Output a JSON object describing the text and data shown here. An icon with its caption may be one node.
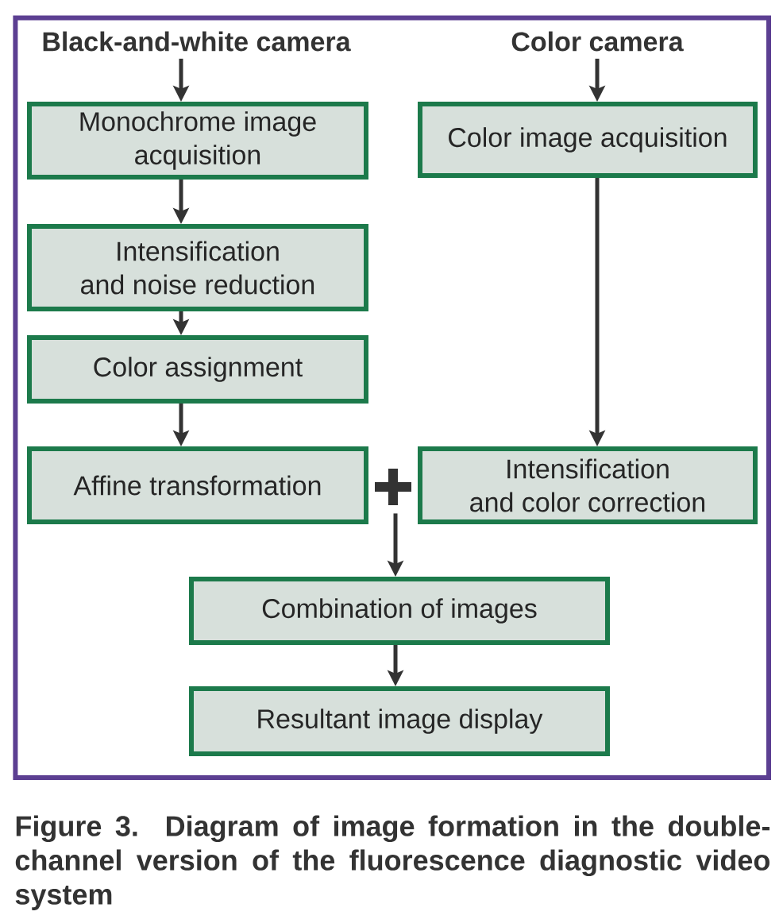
{
  "diagram": {
    "caption": "Figure 3. Diagram of image formation in the double-channel version of the fluorescence diagnostic video system",
    "nodes": [
      {
        "text": [
          "Black-and-white camera"
        ]
      },
      {
        "text": [
          "Color camera"
        ]
      },
      {
        "text": [
          "Monochrome image acquisition"
        ]
      },
      {
        "text": [
          "Color image acquisition"
        ]
      },
      {
        "text": [
          "Intensification and noise reduction"
        ]
      },
      {
        "text": [
          "Color assignment"
        ]
      },
      {
        "text": [
          "Affine transformation"
        ]
      },
      {
        "text": [],
        "shape": "plus"
      },
      {
        "text": [
          "Intensification and color correction"
        ]
      },
      {
        "text": [
          "Combination of images"
        ]
      },
      {
        "text": [
          "Resultant image display"
        ]
      }
    ],
    "edges": [
      {
        "from": 0,
        "to": 2,
        "arrow": "to"
      },
      {
        "from": 1,
        "to": 3,
        "arrow": "to"
      },
      {
        "from": 2,
        "to": 4,
        "arrow": "to"
      },
      {
        "from": 3,
        "to": 8,
        "arrow": "to"
      },
      {
        "from": 4,
        "to": 5,
        "arrow": "to"
      },
      {
        "from": 5,
        "to": 6,
        "arrow": "to"
      },
      {
        "from": 7,
        "to": 9,
        "arrow": "to"
      },
      {
        "from": 9,
        "to": 10,
        "arrow": "to"
      }
    ]
  }
}
